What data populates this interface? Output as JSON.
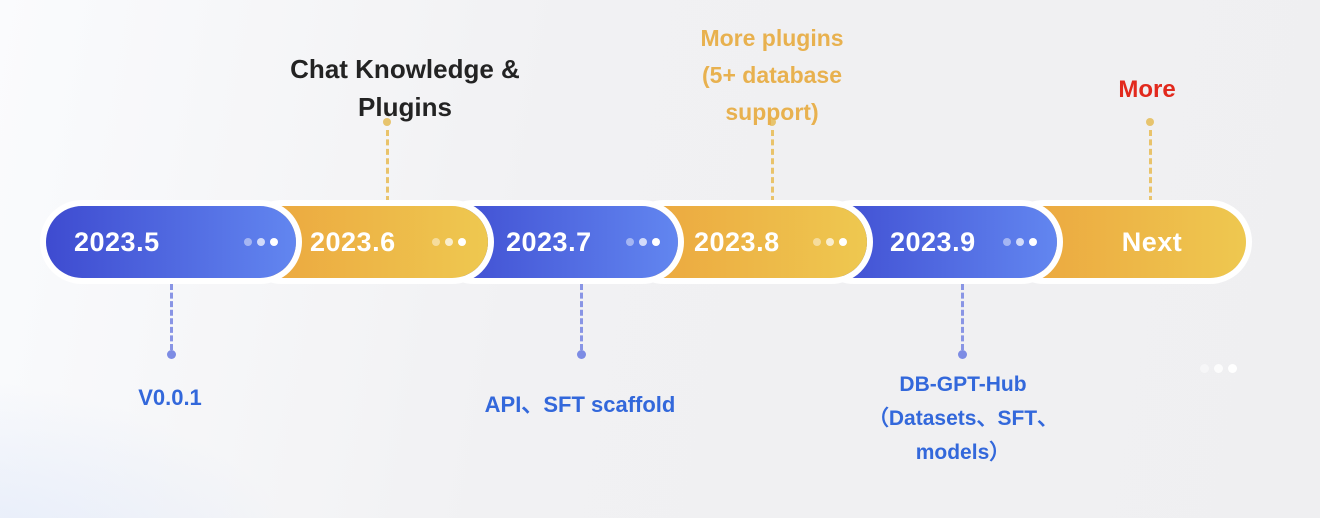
{
  "timeline": {
    "segments": [
      {
        "label": "2023.5",
        "theme": "blue",
        "has_dots": true
      },
      {
        "label": "2023.6",
        "theme": "gold",
        "has_dots": true
      },
      {
        "label": "2023.7",
        "theme": "blue",
        "has_dots": true
      },
      {
        "label": "2023.8",
        "theme": "gold",
        "has_dots": true
      },
      {
        "label": "2023.9",
        "theme": "blue",
        "has_dots": true
      },
      {
        "label": "Next",
        "theme": "gold",
        "has_dots": false
      }
    ]
  },
  "milestones_top": {
    "chat_knowledge": {
      "line1": "Chat Knowledge &",
      "line2": "Plugins",
      "attached_to": "2023.6"
    },
    "more_plugins": {
      "line1": "More plugins",
      "line2": "(5+ database",
      "line3": "support)",
      "attached_to": "2023.8"
    },
    "more": {
      "line1": "More",
      "attached_to": "Next"
    }
  },
  "milestones_bottom": {
    "v001": {
      "line1": "V0.0.1",
      "attached_to": "2023.5"
    },
    "api_sft": {
      "line1": "API、SFT scaffold",
      "attached_to": "2023.7"
    },
    "dbgpt_hub": {
      "line1": "DB-GPT-Hub",
      "line2": "（Datasets、SFT、",
      "line3": "models）",
      "attached_to": "2023.9"
    }
  },
  "colors": {
    "blue_pill_start": "#3E4BD0",
    "blue_pill_end": "#6286F0",
    "gold_pill_start": "#ECA53E",
    "gold_pill_end": "#EEC850",
    "pill_outline": "#FFFFFF",
    "top_connector": "#E9C36B",
    "bottom_connector": "#8995E5",
    "black_label": "#232323",
    "gold_label": "#E8B14F",
    "red_label": "#E2291D",
    "blue_label": "#3368DB"
  }
}
